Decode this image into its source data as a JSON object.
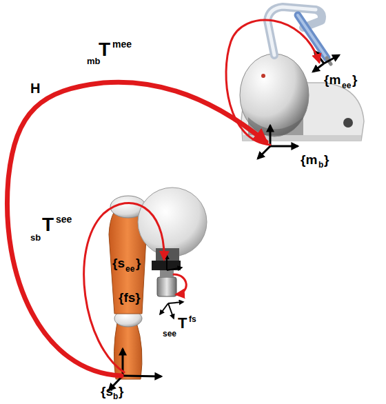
{
  "diagram": {
    "labels": [
      "mb",
      "T",
      "mee",
      "{m",
      "ee",
      "}",
      "{m",
      "b",
      "}",
      "H",
      "sb",
      "T",
      "see",
      "{s",
      "ee",
      "}",
      "{fs}",
      "see",
      "T",
      "fs",
      "{s",
      "b",
      "}"
    ]
  }
}
